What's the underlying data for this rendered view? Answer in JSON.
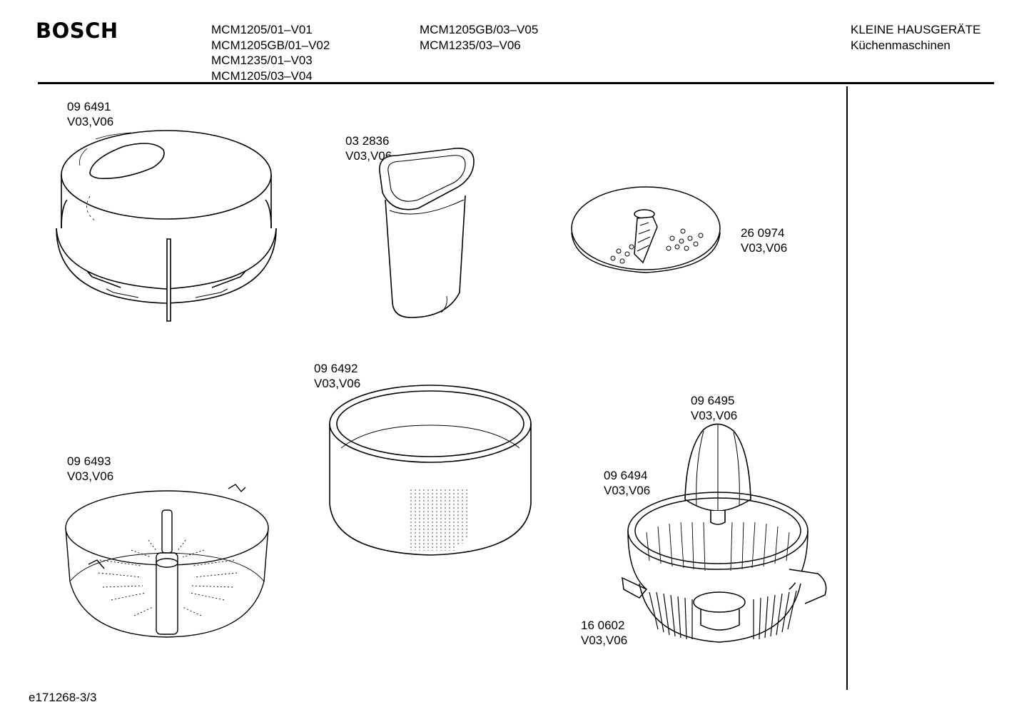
{
  "header": {
    "brand": "BOSCH",
    "models_col1": [
      "MCM1205/01–V01",
      "MCM1205GB/01–V02",
      "MCM1235/01–V03",
      "MCM1205/03–V04"
    ],
    "models_col2": [
      "MCM1205GB/03–V05",
      "MCM1235/03–V06"
    ],
    "category": "KLEINE HAUSGERÄTE",
    "subcategory": "Küchenmaschinen"
  },
  "parts": [
    {
      "number": "09 6491",
      "variants": "V03,V06",
      "icon": "lid-icon"
    },
    {
      "number": "03 2836",
      "variants": "V03,V06",
      "icon": "pusher-icon"
    },
    {
      "number": "26 0974",
      "variants": "V03,V06",
      "icon": "slicing-disc-icon"
    },
    {
      "number": "09 6492",
      "variants": "V03,V06",
      "icon": "ring-icon"
    },
    {
      "number": "09 6493",
      "variants": "V03,V06",
      "icon": "basket-icon"
    },
    {
      "number": "09 6495",
      "variants": "V03,V06",
      "icon": "juicer-cone-icon"
    },
    {
      "number": "09 6494",
      "variants": "V03,V06",
      "icon": "juicer-bowl-icon"
    },
    {
      "number": "16 0602",
      "variants": "V03,V06",
      "icon": "sieve-icon"
    }
  ],
  "footer": {
    "doc_id": "e171268-3/3"
  }
}
